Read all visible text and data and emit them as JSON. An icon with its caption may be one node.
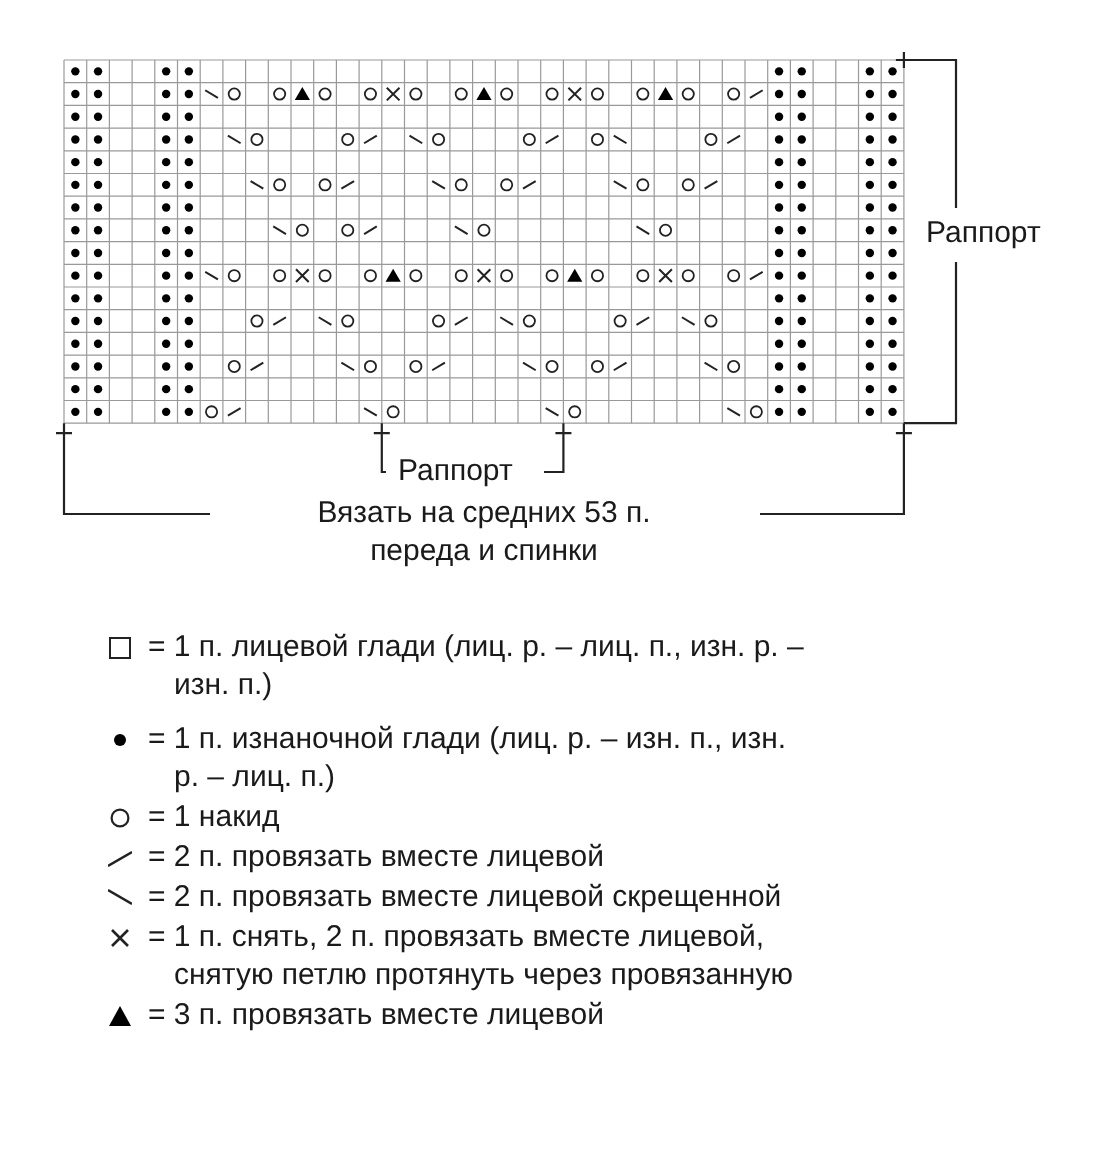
{
  "diagram": {
    "labels": [
      "Раппорт",
      "Раппорт",
      "Вязать на средних 53 п. переда и спинки"
    ],
    "legend": [
      {
        "text": "= 1 п. лицевой глади (лиц. р. – лиц. п., изн. р. – изн. п.)"
      },
      {
        "text": "= 1 п. изнаночной глади (лиц. р. – изн. п., изн. р. – лиц. п.)"
      },
      {
        "text": "= 1 накид"
      },
      {
        "text": "= 2 п. провязать вместе лицевой"
      },
      {
        "text": "= 2 п. провязать вместе лицевой скрещенной"
      },
      {
        "text": "= 1 п. снять, 2 п. провязать вместе лицевой, снятую петлю протянуть через провязанную"
      },
      {
        "text": "= 3 п. провязать вместе лицевой"
      }
    ]
  }
}
